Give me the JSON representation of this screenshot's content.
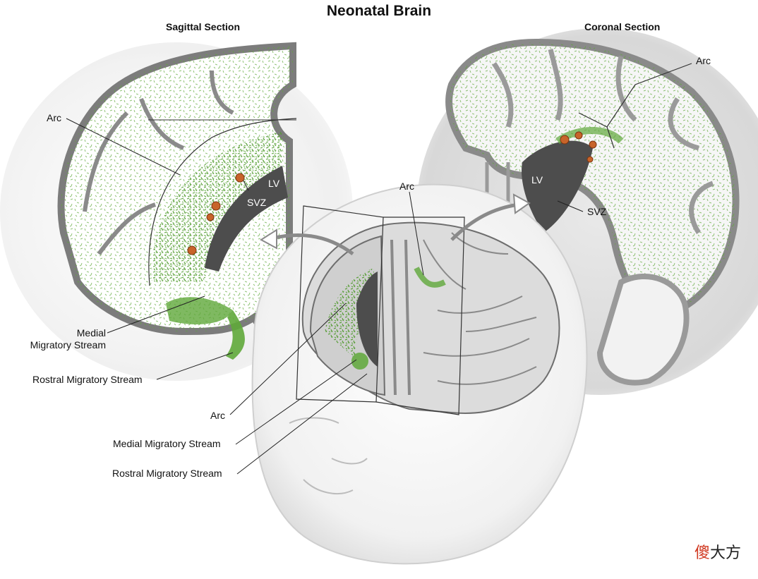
{
  "title": "Neonatal Brain",
  "panels": {
    "sagittal": "Sagittal Section",
    "coronal": "Coronal Section"
  },
  "labels": {
    "sag_arc": "Arc",
    "sag_lv": "LV",
    "sag_svz": "SVZ",
    "sag_medial": "Medial\nMigratory Stream",
    "sag_rostral": "Rostral Migratory Stream",
    "center_arc_top": "Arc",
    "center_arc": "Arc",
    "center_medial": "Medial Migratory Stream",
    "center_rostral": "Rostral Migratory Stream",
    "cor_arc": "Arc",
    "cor_lv": "LV",
    "cor_svz": "SVZ"
  },
  "watermark": {
    "mark": "傻",
    "text": "大方"
  },
  "colors": {
    "migration_green": "#5fa83a",
    "stem_cell_orange": "#c8642a",
    "tissue_gray": "#a9a9a9",
    "ventricle_dark": "#4d4d4d"
  }
}
